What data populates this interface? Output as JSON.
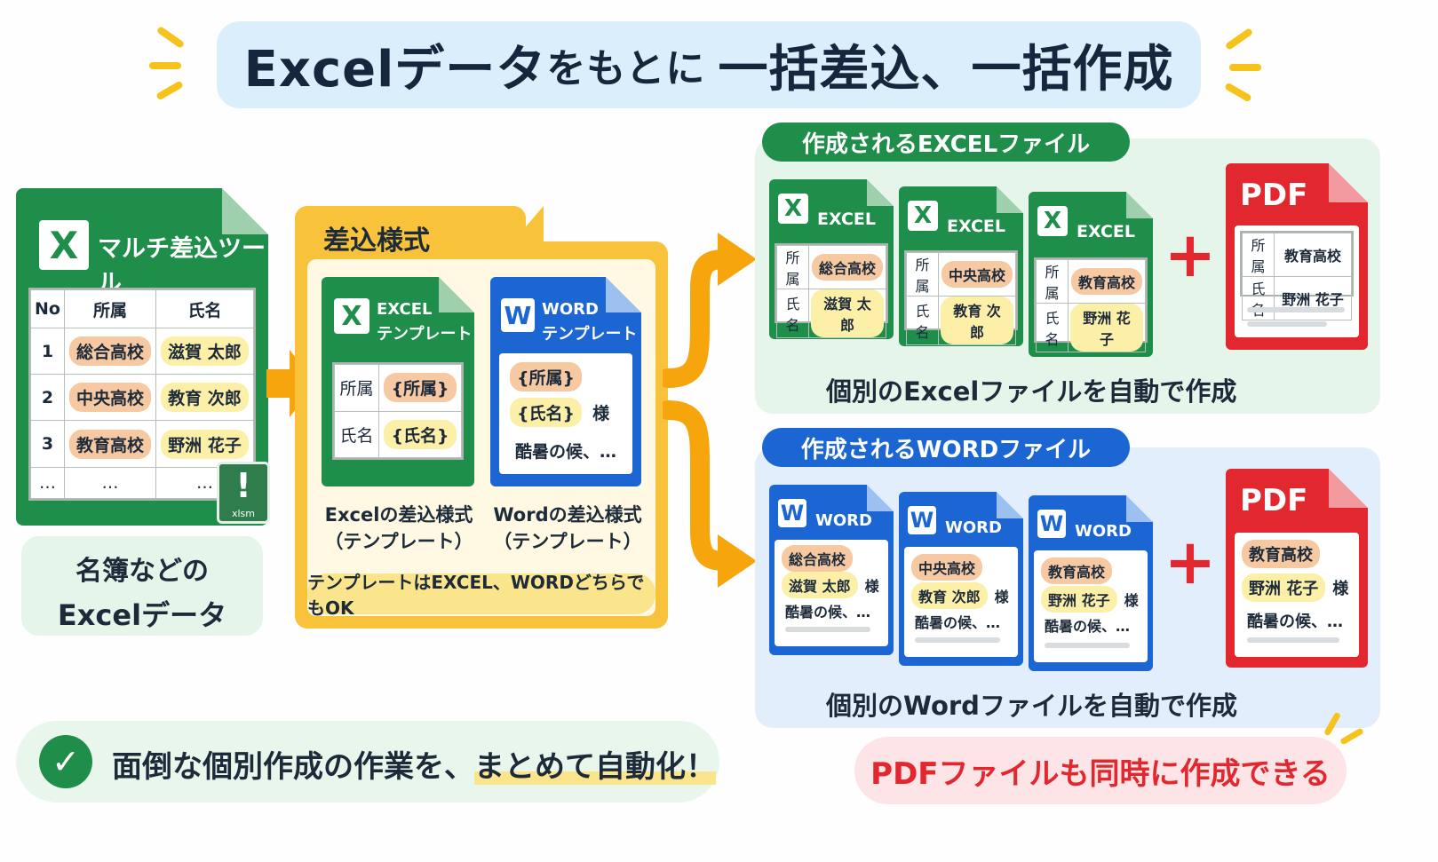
{
  "title": {
    "main": "Excelデータ",
    "mid": "をもとに",
    "end": "一括差込、一括作成"
  },
  "source": {
    "tool_label": "マルチ差込ツール",
    "headers": [
      "No",
      "所属",
      "氏名"
    ],
    "rows": [
      {
        "no": "1",
        "dept": "総合高校",
        "name": "滋賀 太郎"
      },
      {
        "no": "2",
        "dept": "中央高校",
        "name": "教育 次郎"
      },
      {
        "no": "3",
        "dept": "教育高校",
        "name": "野洲 花子"
      },
      {
        "no": "…",
        "dept": "…",
        "name": "…"
      }
    ],
    "file_ext": "xlsm",
    "caption_line1": "名簿などの",
    "caption_line2": "Excelデータ"
  },
  "template": {
    "heading": "差込様式",
    "excel_label_1": "EXCEL",
    "excel_label_2": "テンプレート",
    "word_label_1": "WORD",
    "word_label_2": "テンプレート",
    "field_dept_label": "所属",
    "field_name_label": "氏名",
    "field_dept": "{所属}",
    "field_name": "{氏名}",
    "honorific": "様",
    "greeting": "酷暑の候、…",
    "excel_caption_1": "Excelの差込様式",
    "excel_caption_2": "（テンプレート）",
    "word_caption_1": "Wordの差込様式",
    "word_caption_2": "（テンプレート）",
    "note": "テンプレートはEXCEL、WORDどちらでもOK"
  },
  "excel_output": {
    "label": "作成されるEXCELファイル",
    "doc_label": "EXCEL",
    "row_dept_label": "所属",
    "row_name_label": "氏名",
    "files": [
      {
        "dept": "総合高校",
        "name": "滋賀 太郎"
      },
      {
        "dept": "中央高校",
        "name": "教育 次郎"
      },
      {
        "dept": "教育高校",
        "name": "野洲 花子"
      }
    ],
    "pdf_label": "PDF",
    "pdf_dept": "教育高校",
    "pdf_name": "野洲 花子",
    "caption": "個別のExcelファイルを自動で作成"
  },
  "word_output": {
    "label": "作成されるWORDファイル",
    "doc_label": "WORD",
    "honorific": "様",
    "greeting": "酷暑の候、…",
    "files": [
      {
        "dept": "総合高校",
        "name": "滋賀 太郎"
      },
      {
        "dept": "中央高校",
        "name": "教育 次郎"
      },
      {
        "dept": "教育高校",
        "name": "野洲 花子"
      }
    ],
    "pdf_label": "PDF",
    "pdf_dept": "教育高校",
    "pdf_name": "野洲 花子",
    "caption": "個別のWordファイルを自動で作成"
  },
  "footer": {
    "left_text": "面倒な個別作成の作業を、",
    "left_emph": "まとめて自動化！",
    "right_text": "PDFファイルも同時に作成できる"
  },
  "icons": {
    "excel": "X",
    "word": "W",
    "plus": "+",
    "exclaim": "!",
    "check": "✓"
  },
  "colors": {
    "excel": "#1e8e4a",
    "word": "#1b66d2",
    "pdf": "#e3272f",
    "accent": "#f6a50c"
  }
}
